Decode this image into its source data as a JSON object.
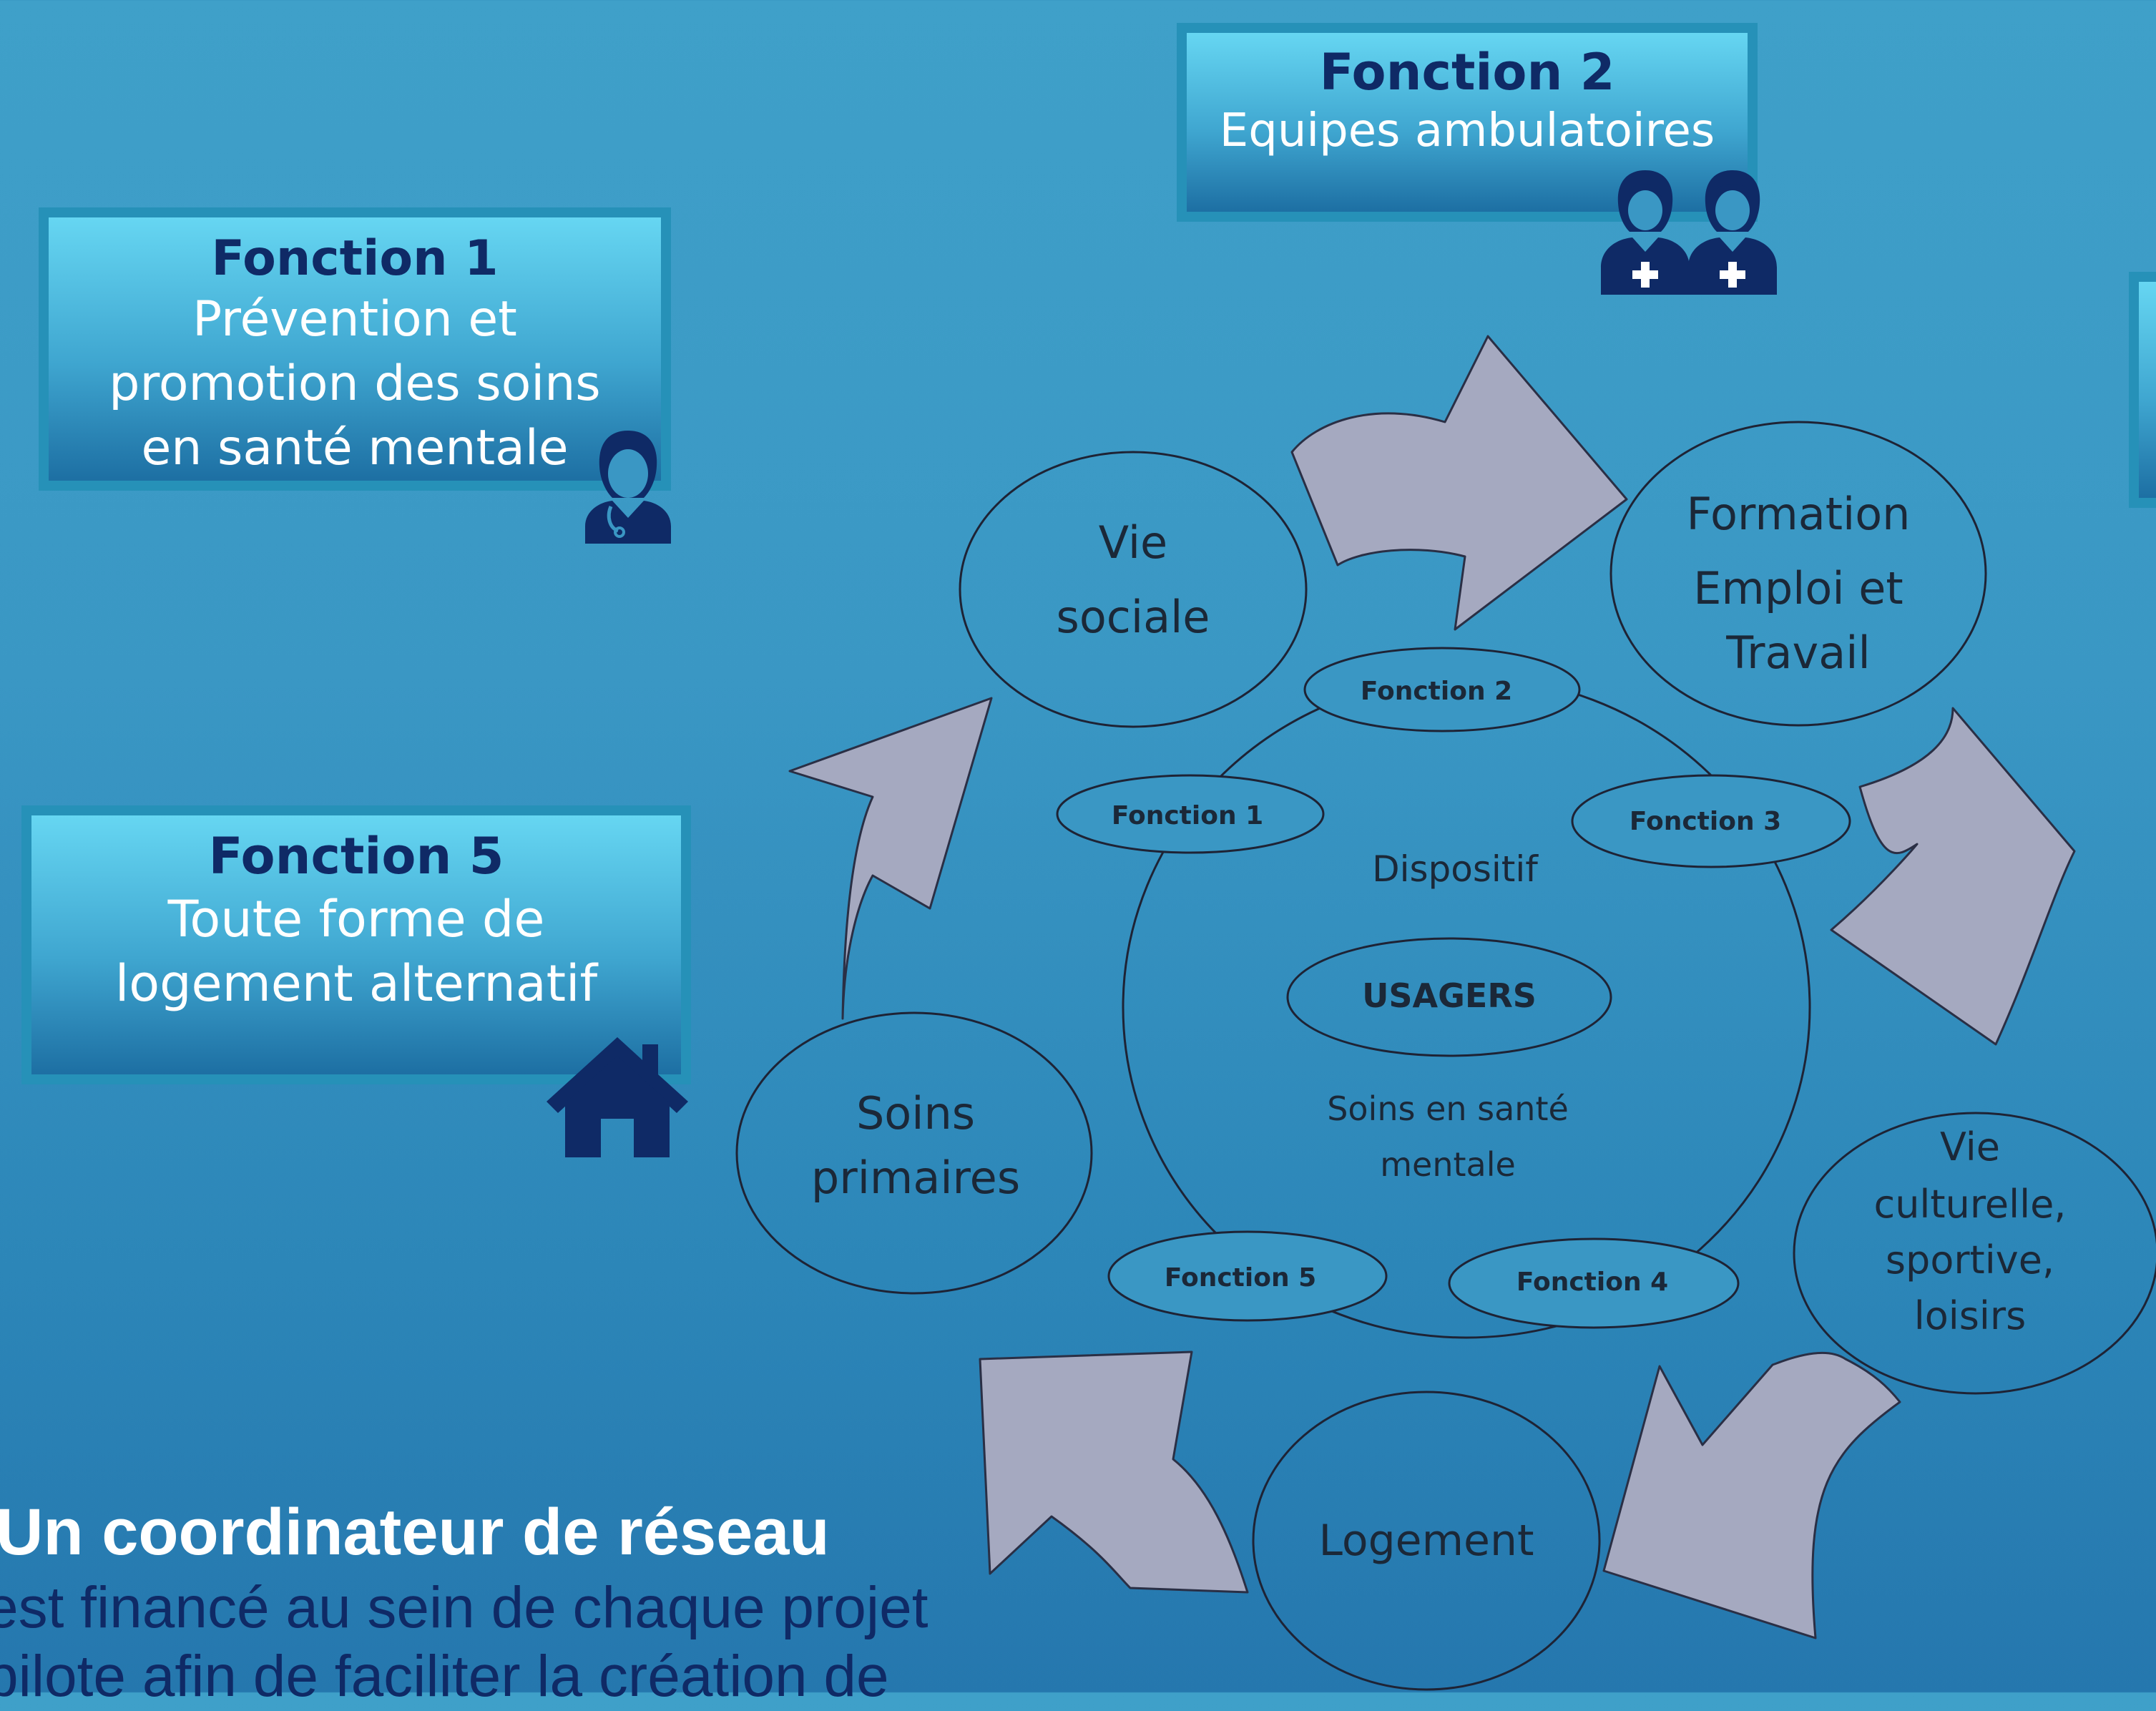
{
  "cards": {
    "f1": {
      "title": "Fonction 1",
      "text": "Prévention et promotion des soins en santé mentale"
    },
    "f2": {
      "title": "Fonction 2",
      "text": "Equipes ambulatoires"
    },
    "f5": {
      "title": "Fonction 5",
      "text": "Toute forme de logement alternatif"
    }
  },
  "icons": {
    "f1": "doctor-icon",
    "f2": "nurses-icon",
    "f5": "house-icon"
  },
  "diagram": {
    "outer": {
      "vie_sociale": [
        "Vie",
        "sociale"
      ],
      "formation": [
        "Formation",
        "Emploi et",
        "Travail"
      ],
      "vie_culturelle": [
        "Vie",
        "culturelle,",
        "sportive,",
        "loisirs"
      ],
      "logement": [
        "Logement"
      ],
      "soins_primaires": [
        "Soins",
        "primaires"
      ]
    },
    "functions": {
      "f1": "Fonction 1",
      "f2": "Fonction 2",
      "f3": "Fonction 3",
      "f4": "Fonction 4",
      "f5": "Fonction 5"
    },
    "center": {
      "dispositif": "Dispositif",
      "usagers": "USAGERS",
      "soins": [
        "Soins en santé",
        "mentale"
      ]
    }
  },
  "coordinator": {
    "title": "Un coordinateur de réseau",
    "text": [
      "est financé au sein de chaque projet",
      "pilote afin de faciliter la création de"
    ]
  },
  "colors": {
    "card_title": "#0f2a66",
    "card_border": "#2691b8",
    "arrow_fill": "#a5a9c0",
    "icon": "#0f2a66"
  }
}
